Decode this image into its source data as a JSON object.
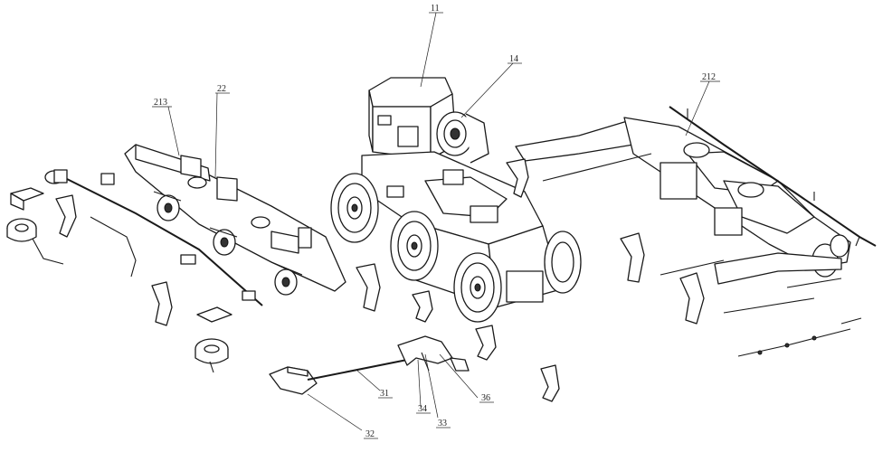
{
  "figure": {
    "labels": {
      "l11": "11",
      "l14": "14",
      "l212": "212",
      "l213": "213",
      "l22": "22",
      "l31": "31",
      "l32": "32",
      "l33": "33",
      "l34": "34",
      "l36": "36"
    }
  }
}
